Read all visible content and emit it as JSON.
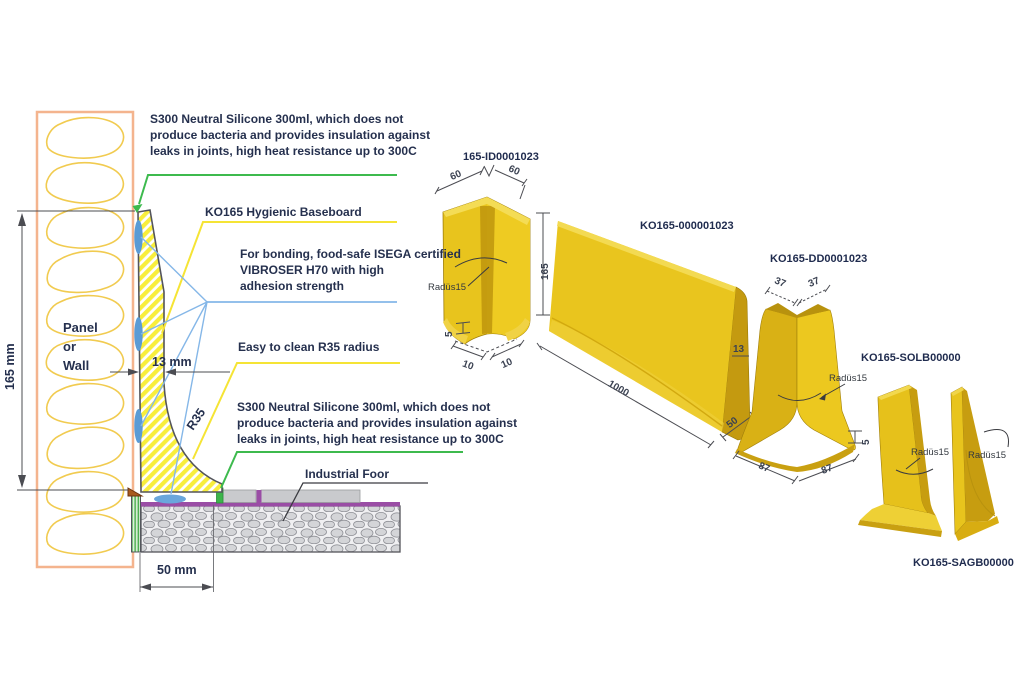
{
  "colors": {
    "accent_yellow": "#f5e435",
    "accent_green": "#3dba4e",
    "accent_blue": "#85b7e8",
    "product_yellow": "#e9c51e",
    "membrane_purple": "#9a4da5",
    "silicone_green": "#3cb54a",
    "adhesive_blue": "#5b9bd5",
    "text_navy": "#25304e"
  },
  "diagram": {
    "panel_lines": [
      "Panel",
      "or",
      "Wall"
    ],
    "dims": {
      "height": "165 mm",
      "thickness": "13 mm",
      "width": "50 mm",
      "radius": "R35"
    },
    "callouts": {
      "silicone_top_lines": [
        "S300 Neutral Silicone 300ml, which does not",
        "produce bacteria and provides insulation against",
        "leaks in joints, high heat resistance up to 300C"
      ],
      "baseboard": "KO165 Hygienic Baseboard",
      "bonding_lines": [
        "For bonding, food-safe ISEGA certified",
        "VIBROSER H70 with high",
        "adhesion strength"
      ],
      "radius": "Easy to clean R35 radius",
      "silicone_bottom_lines": [
        "S300 Neutral Silicone 300ml, which does not",
        "produce bacteria and provides insulation against",
        "leaks in joints, high heat resistance up to 300C"
      ],
      "floor": "Industrial Foor"
    }
  },
  "products": {
    "inner_corner": {
      "code": "165-ID0001023",
      "dim_top_left": "60",
      "dim_top_right": "60",
      "dim_height": "165",
      "dim_base_height": "5",
      "dim_base_left": "10",
      "dim_base_right": "10",
      "radius": "Radüs15"
    },
    "straight": {
      "code": "KO165-000001023",
      "dim_length": "1000",
      "dim_depth": "50",
      "dim_thickness": "13"
    },
    "outer_corner": {
      "code": "KO165-DD0001023",
      "dim_top_left": "37",
      "dim_top_right": "37",
      "dim_base_left": "87",
      "dim_base_right": "87",
      "dim_base_height": "5",
      "radius": "Radüs15"
    },
    "end_cap_left": {
      "code": "KO165-SOLB00000",
      "radius": "Radüs15"
    },
    "end_cap_right": {
      "code": "KO165-SAGB00000",
      "radius": "Radüs15"
    }
  }
}
